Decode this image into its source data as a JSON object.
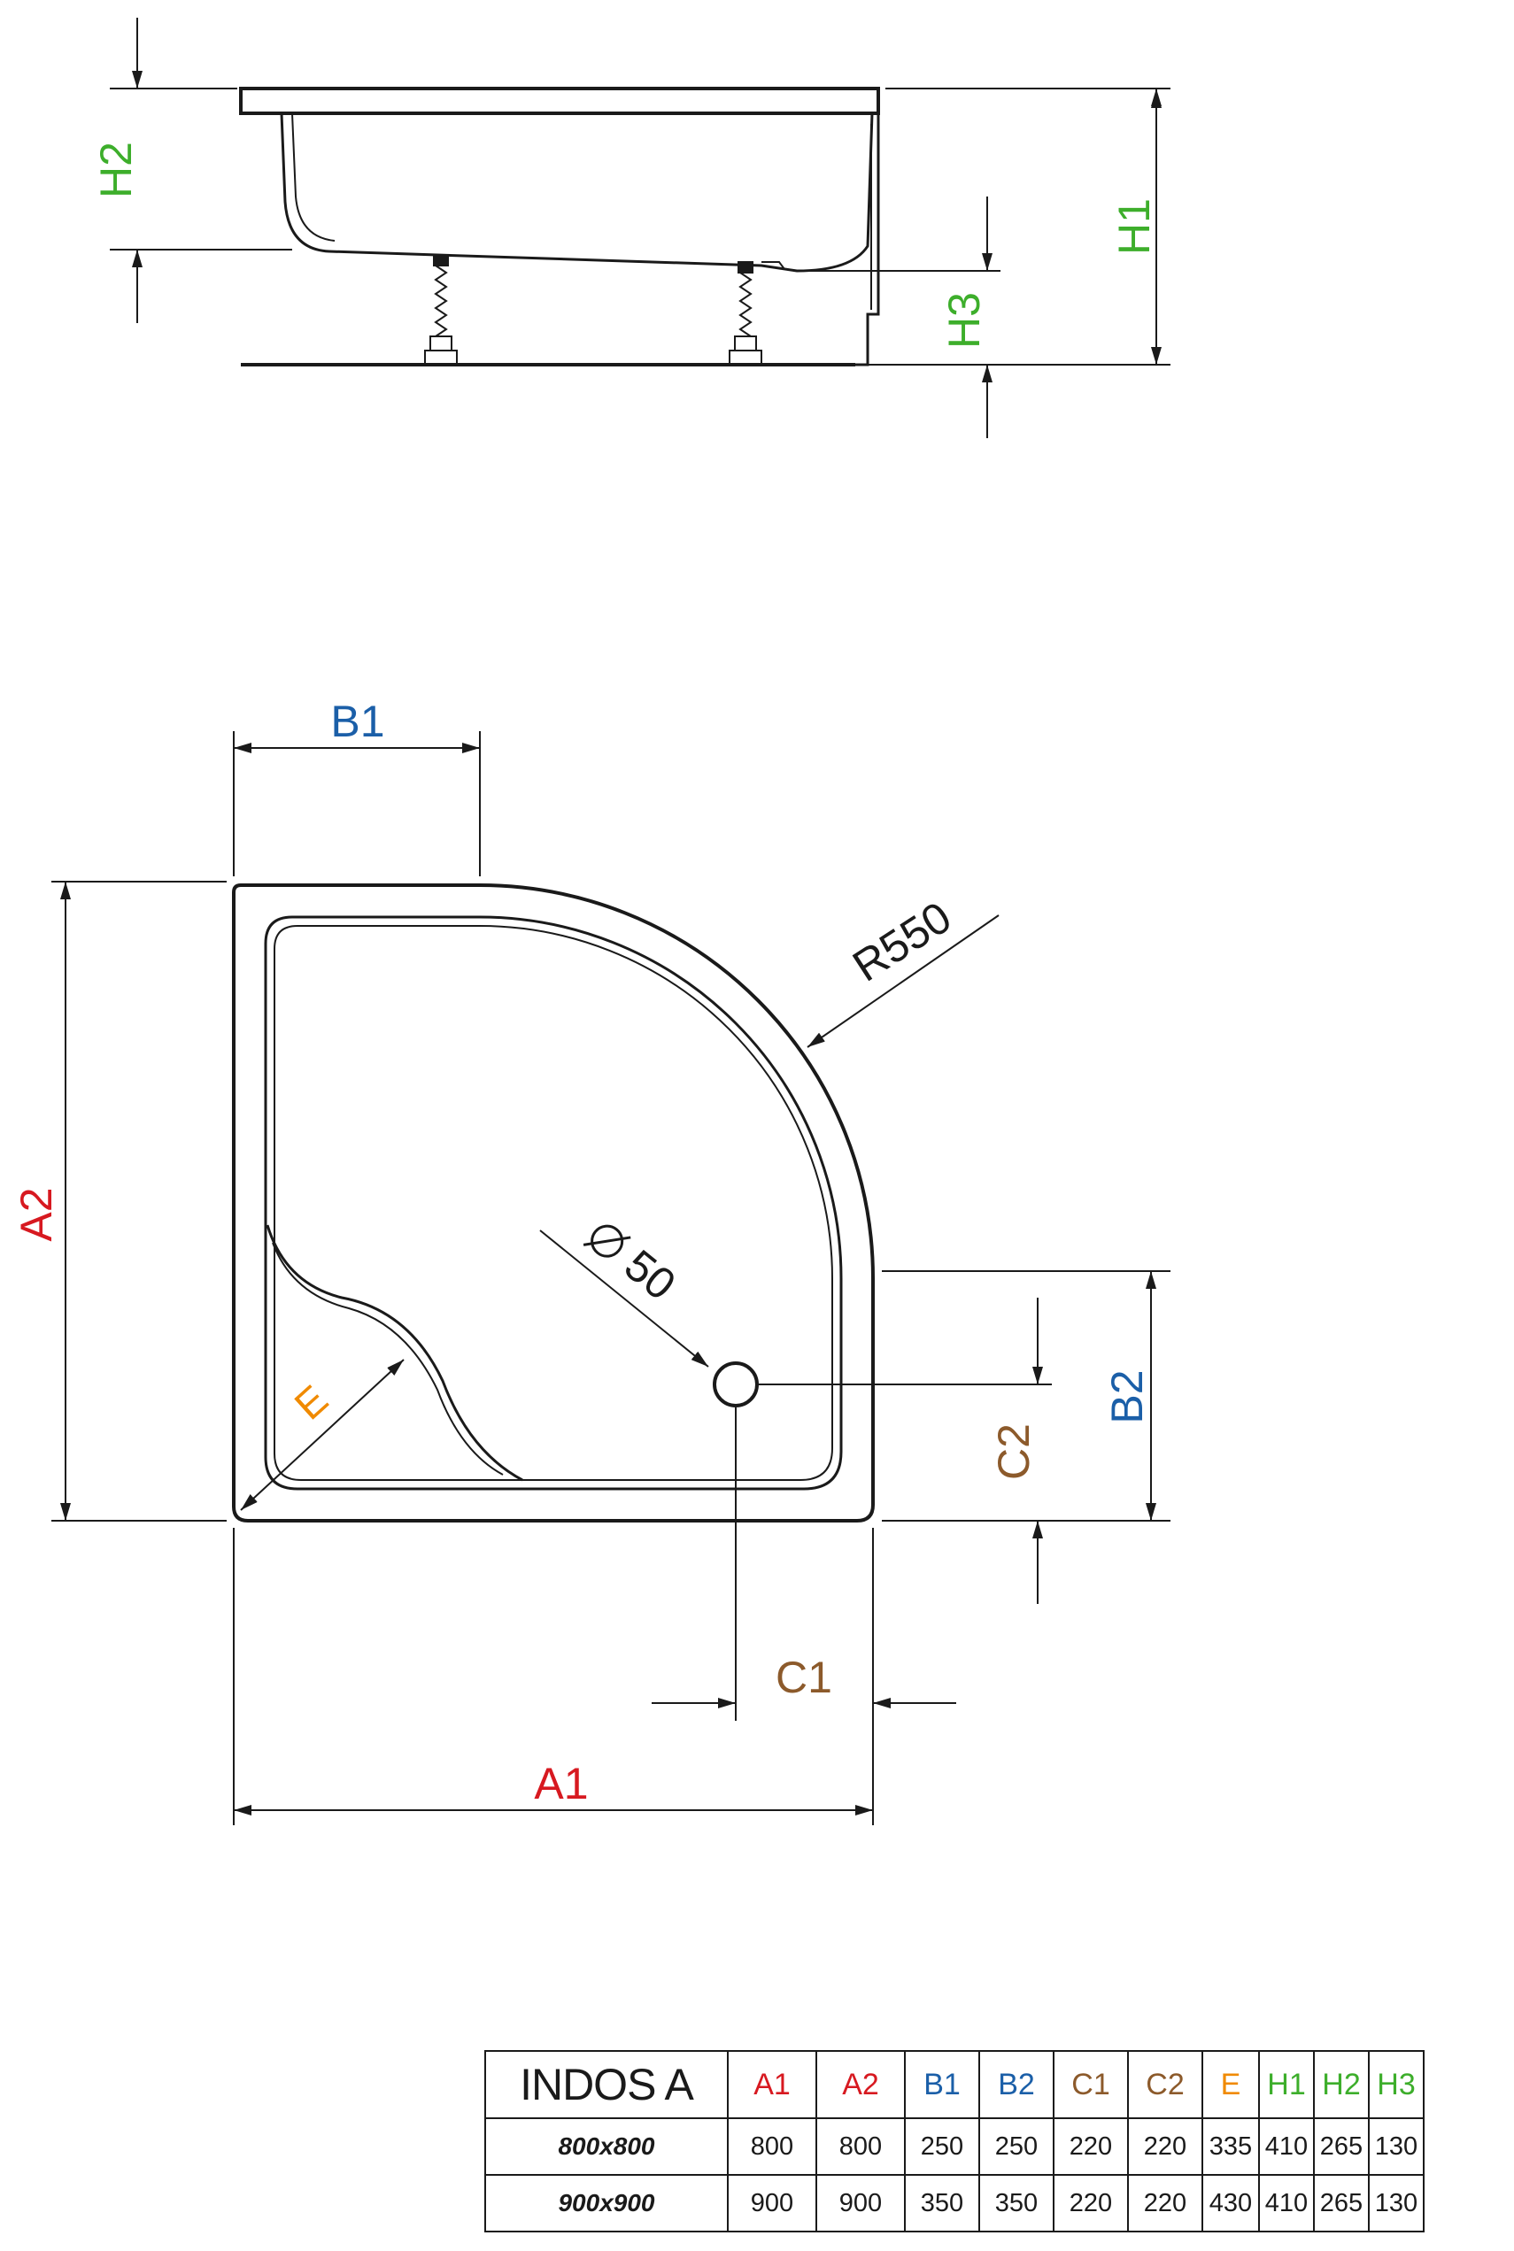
{
  "colors": {
    "line": "#1a1a1a",
    "A": "#d71920",
    "B": "#1b5fa8",
    "C": "#8c5a2b",
    "E": "#f08a00",
    "H": "#3dae2b"
  },
  "side_view": {
    "labels": {
      "h1": "H1",
      "h2": "H2",
      "h3": "H3"
    }
  },
  "top_view": {
    "labels": {
      "a1": "A1",
      "a2": "A2",
      "b1": "B1",
      "b2": "B2",
      "c1": "C1",
      "c2": "C2",
      "e": "E",
      "radius": "R550",
      "drain": "50"
    }
  },
  "table": {
    "title": "INDOS A",
    "columns": [
      {
        "label": "A1",
        "color": "#d71920"
      },
      {
        "label": "A2",
        "color": "#d71920"
      },
      {
        "label": "B1",
        "color": "#1b5fa8"
      },
      {
        "label": "B2",
        "color": "#1b5fa8"
      },
      {
        "label": "C1",
        "color": "#8c5a2b"
      },
      {
        "label": "C2",
        "color": "#8c5a2b"
      },
      {
        "label": "E",
        "color": "#f08a00"
      },
      {
        "label": "H1",
        "color": "#3dae2b"
      },
      {
        "label": "H2",
        "color": "#3dae2b"
      },
      {
        "label": "H3",
        "color": "#3dae2b"
      }
    ],
    "rows": [
      {
        "size": "800x800",
        "values": [
          "800",
          "800",
          "250",
          "250",
          "220",
          "220",
          "335",
          "410",
          "265",
          "130"
        ]
      },
      {
        "size": "900x900",
        "values": [
          "900",
          "900",
          "350",
          "350",
          "220",
          "220",
          "430",
          "410",
          "265",
          "130"
        ]
      }
    ]
  }
}
